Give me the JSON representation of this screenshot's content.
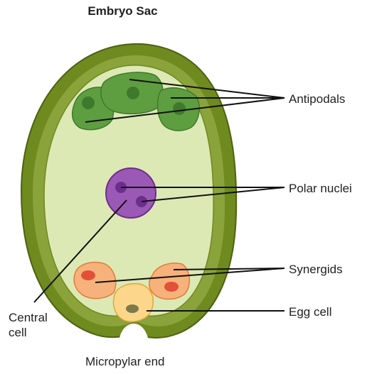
{
  "title": "Embryo Sac",
  "labels": {
    "antipodals": "Antipodals",
    "polar_nuclei": "Polar nuclei",
    "synergids": "Synergids",
    "egg_cell": "Egg cell",
    "central_cell_line1": "Central",
    "central_cell_line2": "cell",
    "micropylar_end": "Micropylar end"
  },
  "colors": {
    "integument": "#6f8a1f",
    "integument_edge": "#4d6210",
    "sac_fill": "#dde9b5",
    "antipodal_fill": "#5e9e40",
    "antipodal_nucleus": "#3f7a2c",
    "central_cell_fill": "#9b59b6",
    "polar_nucleus": "#6c2e8c",
    "synergid_fill": "#f6b27a",
    "synergid_nucleus": "#e2503a",
    "egg_fill": "#fcd68a",
    "egg_nucleus": "#7d7a4a",
    "leader_line": "#111111"
  }
}
